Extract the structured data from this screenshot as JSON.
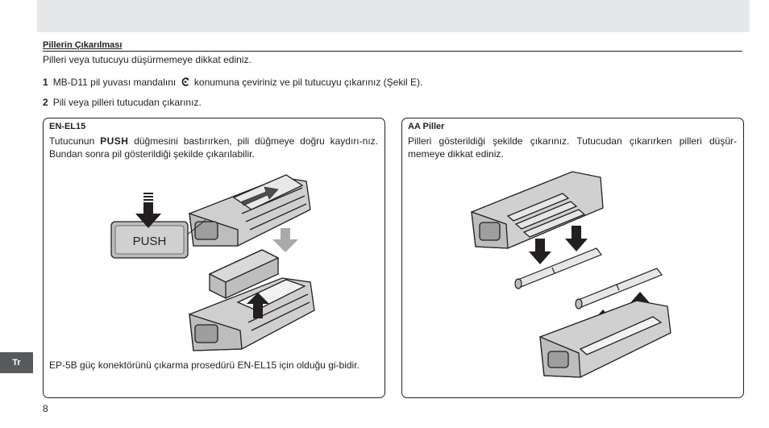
{
  "section": {
    "title": "Pillerin Çıkarılması"
  },
  "intro": "Pilleri veya tutucuyu düşürmemeye dikkat ediniz.",
  "steps": [
    {
      "num": "1",
      "before": "MB-D11 pil yuvası mandalını",
      "icon": "unlock-icon",
      "after": "konumuna çeviriniz ve pil tutucuyu çıkarınız (Şekil E)."
    },
    {
      "num": "2",
      "text": "Pili veya pilleri tutucudan çıkarınız."
    }
  ],
  "box_left": {
    "title": "EN-EL15",
    "text_a": "Tutucunun",
    "text_bold": "PUSH",
    "text_b": "düğmesini bastırırken, pili düğmeye doğru kaydırı-nız. Bundan sonra pil gösterildiği şekilde çıkarılabilir.",
    "button_label": "PUSH",
    "note": "EP-5B güç konektörünü çıkarma prosedürü EN-EL15 için olduğu gi-bidir."
  },
  "box_right": {
    "title": "AA Piller",
    "text": "Pilleri gösterildiği şekilde çıkarınız. Tutucudan çıkarırken pilleri düşür-memeye dikkat ediniz."
  },
  "lang_tab": "Tr",
  "page_number": "8",
  "colors": {
    "header_band": "#e6e7e8",
    "tab": "#58595b",
    "text": "#231f20"
  }
}
